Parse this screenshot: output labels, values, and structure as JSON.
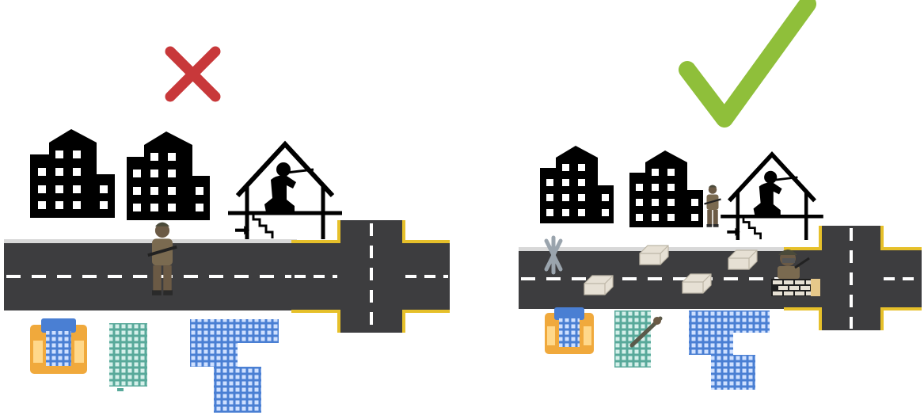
{
  "panels": [
    {
      "id": "left",
      "verdict": "incorrect",
      "verdict_icon": "cross-icon",
      "verdict_color": "#c8383a",
      "elements": [
        "building-icon",
        "building-icon",
        "house-with-sniper-icon",
        "soldier-in-road-icon",
        "street-road",
        "intersection",
        "small-building-icons"
      ]
    },
    {
      "id": "right",
      "verdict": "correct",
      "verdict_icon": "checkmark-icon",
      "verdict_color": "#8fbf3a",
      "elements": [
        "building-icon",
        "building-icon",
        "soldier-in-cover-icon",
        "house-with-sniper-icon",
        "czech-hedgehog-icon",
        "concrete-barrier-icon",
        "sandbag-barricade-with-soldier-icon",
        "street-road",
        "intersection",
        "small-building-icons",
        "soldier-icon"
      ]
    }
  ],
  "colors": {
    "road": "#3d3d3f",
    "road_edge": "#d8d8d8",
    "lane_marking": "#ffffff",
    "curb": "#e6c02a",
    "silhouette": "#000000",
    "building_blue": "#4a7fd3",
    "building_teal": "#58a99a",
    "building_orange": "#f0a93c",
    "barrier": "#e6e0d4"
  }
}
